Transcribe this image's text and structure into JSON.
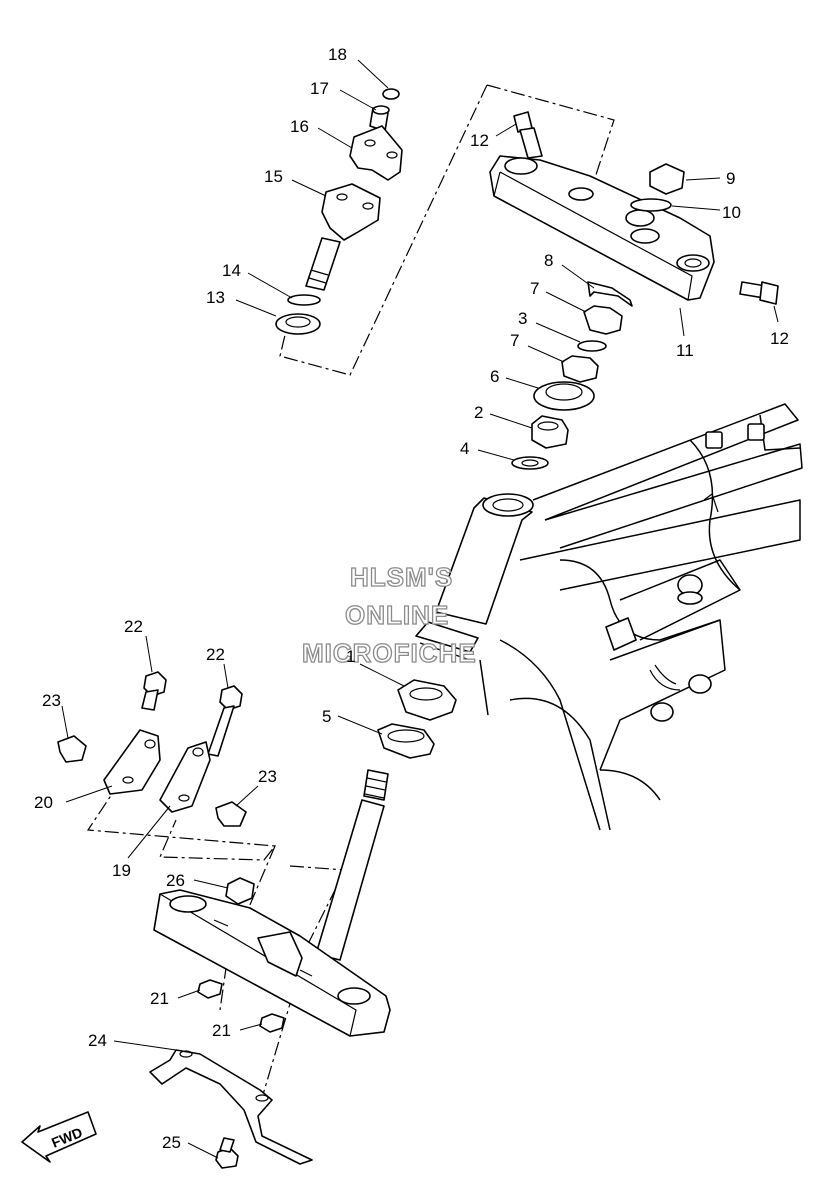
{
  "watermark": [
    "HLSM'S",
    "ONLINE",
    "MICROFICHE"
  ],
  "direction_label": "FWD",
  "callouts": {
    "c1": "1",
    "c2": "2",
    "c3": "3",
    "c4": "4",
    "c5": "5",
    "c6": "6",
    "c7a": "7",
    "c7b": "7",
    "c8": "8",
    "c9": "9",
    "c10": "10",
    "c11": "11",
    "c12a": "12",
    "c12b": "12",
    "c13": "13",
    "c14": "14",
    "c15": "15",
    "c16": "16",
    "c17": "17",
    "c18": "18",
    "c19": "19",
    "c20": "20",
    "c21a": "21",
    "c21b": "21",
    "c22a": "22",
    "c22b": "22",
    "c23a": "23",
    "c23b": "23",
    "c24": "24",
    "c25": "25",
    "c26": "26"
  }
}
